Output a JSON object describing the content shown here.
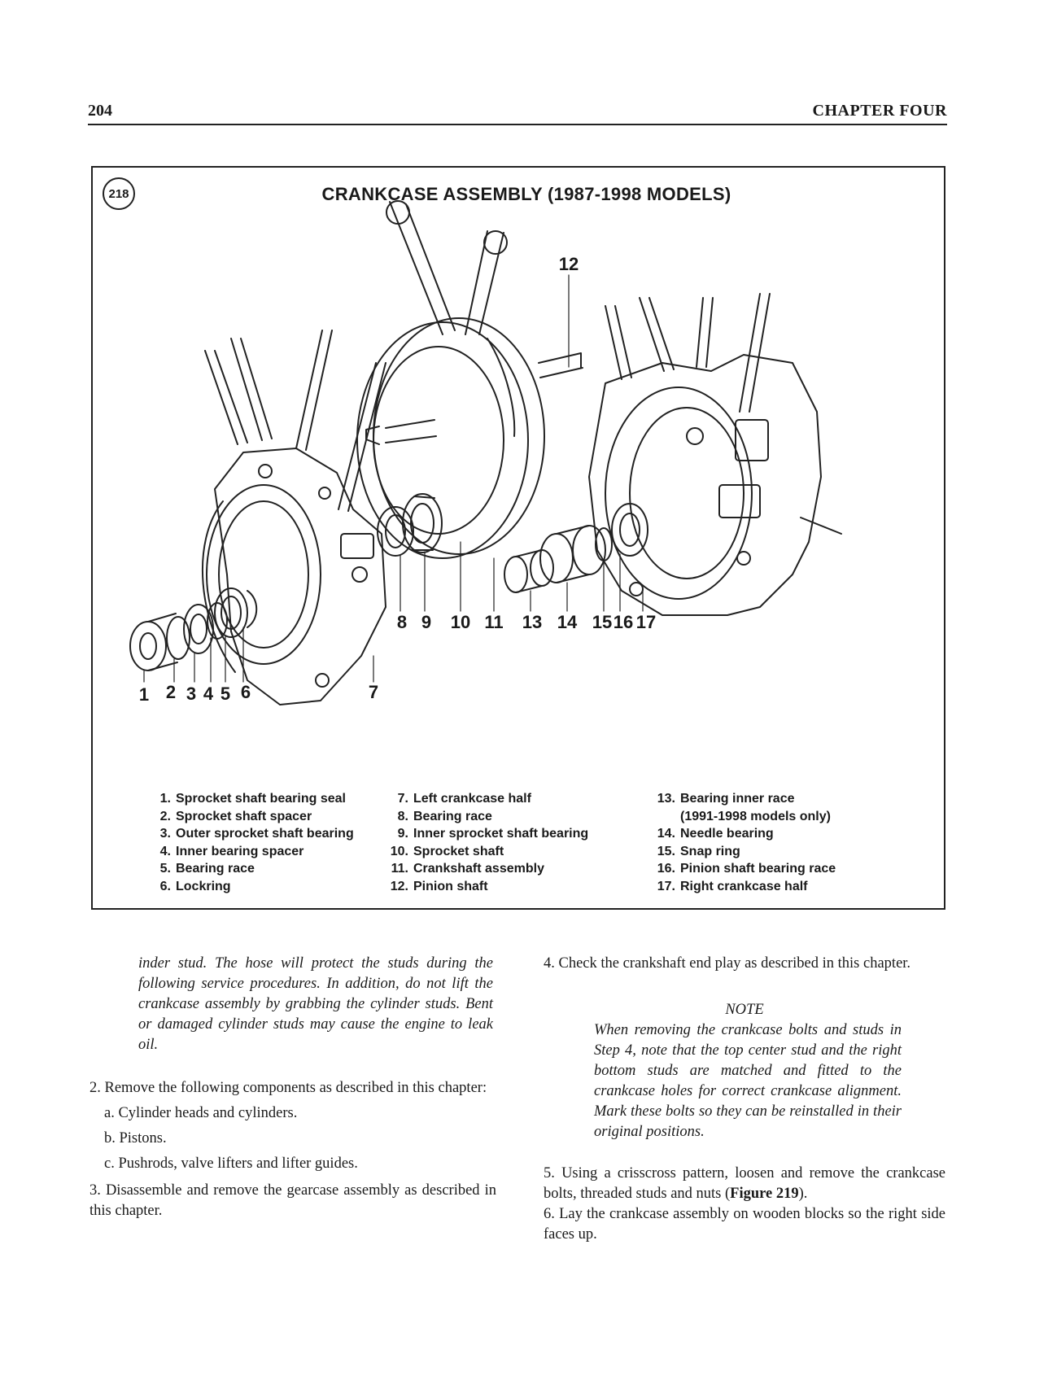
{
  "header": {
    "page_number": "204",
    "chapter": "CHAPTER FOUR"
  },
  "figure": {
    "number": "218",
    "title": "CRANKCASE ASSEMBLY (1987-1998 MODELS)",
    "callouts": [
      "1",
      "2",
      "3",
      "4",
      "5",
      "6",
      "7",
      "8",
      "9",
      "10",
      "11",
      "12",
      "13",
      "14",
      "15",
      "16",
      "17"
    ],
    "legend": [
      {
        "num": "1.",
        "text": "Sprocket shaft bearing seal"
      },
      {
        "num": "2.",
        "text": "Sprocket shaft spacer"
      },
      {
        "num": "3.",
        "text": "Outer sprocket shaft bearing"
      },
      {
        "num": "4.",
        "text": "Inner bearing spacer"
      },
      {
        "num": "5.",
        "text": "Bearing race"
      },
      {
        "num": "6.",
        "text": "Lockring"
      },
      {
        "num": "7.",
        "text": "Left crankcase half"
      },
      {
        "num": "8.",
        "text": "Bearing race"
      },
      {
        "num": "9.",
        "text": "Inner sprocket shaft bearing"
      },
      {
        "num": "10.",
        "text": "Sprocket shaft"
      },
      {
        "num": "11.",
        "text": "Crankshaft assembly"
      },
      {
        "num": "12.",
        "text": "Pinion shaft"
      },
      {
        "num": "13.",
        "text": "Bearing inner race"
      },
      {
        "num": "",
        "text": "(1991-1998 models only)"
      },
      {
        "num": "14.",
        "text": "Needle bearing"
      },
      {
        "num": "15.",
        "text": "Snap ring"
      },
      {
        "num": "16.",
        "text": "Pinion shaft bearing race"
      },
      {
        "num": "17.",
        "text": "Right crankcase half"
      }
    ]
  },
  "left_column": {
    "warning_text": "inder stud. The hose will protect the studs during the following service procedures. In addition, do not lift the crankcase assembly by grabbing the cylinder studs. Bent or damaged cylinder studs may cause the engine to leak oil.",
    "step2": "2. Remove the following components as described in this chapter:",
    "step2_items": [
      "a. Cylinder heads and cylinders.",
      "b. Pistons.",
      "c. Pushrods, valve lifters and lifter guides."
    ],
    "step3": "3. Disassemble and remove the gearcase assembly as described in this chapter."
  },
  "right_column": {
    "step4": "4. Check the crankshaft end play as described in this chapter.",
    "note_heading": "NOTE",
    "note_text": "When removing the crankcase bolts and studs in Step 4, note that the top center stud and the right bottom studs are matched and fitted to the crankcase holes for correct crankcase alignment. Mark these bolts so they can be reinstalled in their original positions.",
    "step5_prefix": "5. Using a crisscross pattern, loosen and remove the crankcase bolts, threaded studs and nuts (",
    "step5_ref": "Figure 219",
    "step5_suffix": ").",
    "step6": "6. Lay the crankcase assembly on wooden blocks so the right side faces up."
  }
}
